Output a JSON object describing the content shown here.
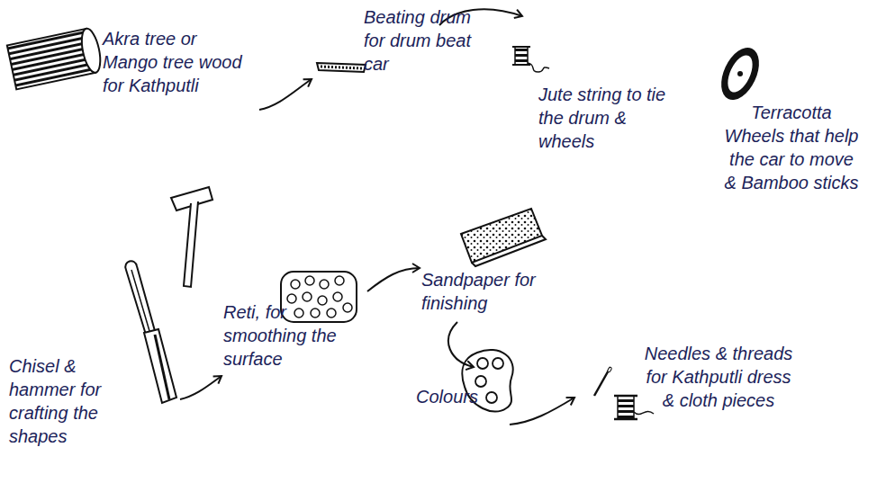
{
  "diagram": {
    "labels": [
      "Akra tree or Mango tree wood for Kathputli",
      "Beating drum for drum beat car",
      "Jute string to tie the drum & wheels",
      "Terracotta Wheels that help the car to move & Bamboo sticks",
      "Chisel & hammer for crafting the shapes",
      "Reti, for smoothing the surface",
      "Sandpaper for finishing",
      "Colours",
      "Needles & threads for Kathputli dress & cloth pieces"
    ]
  }
}
